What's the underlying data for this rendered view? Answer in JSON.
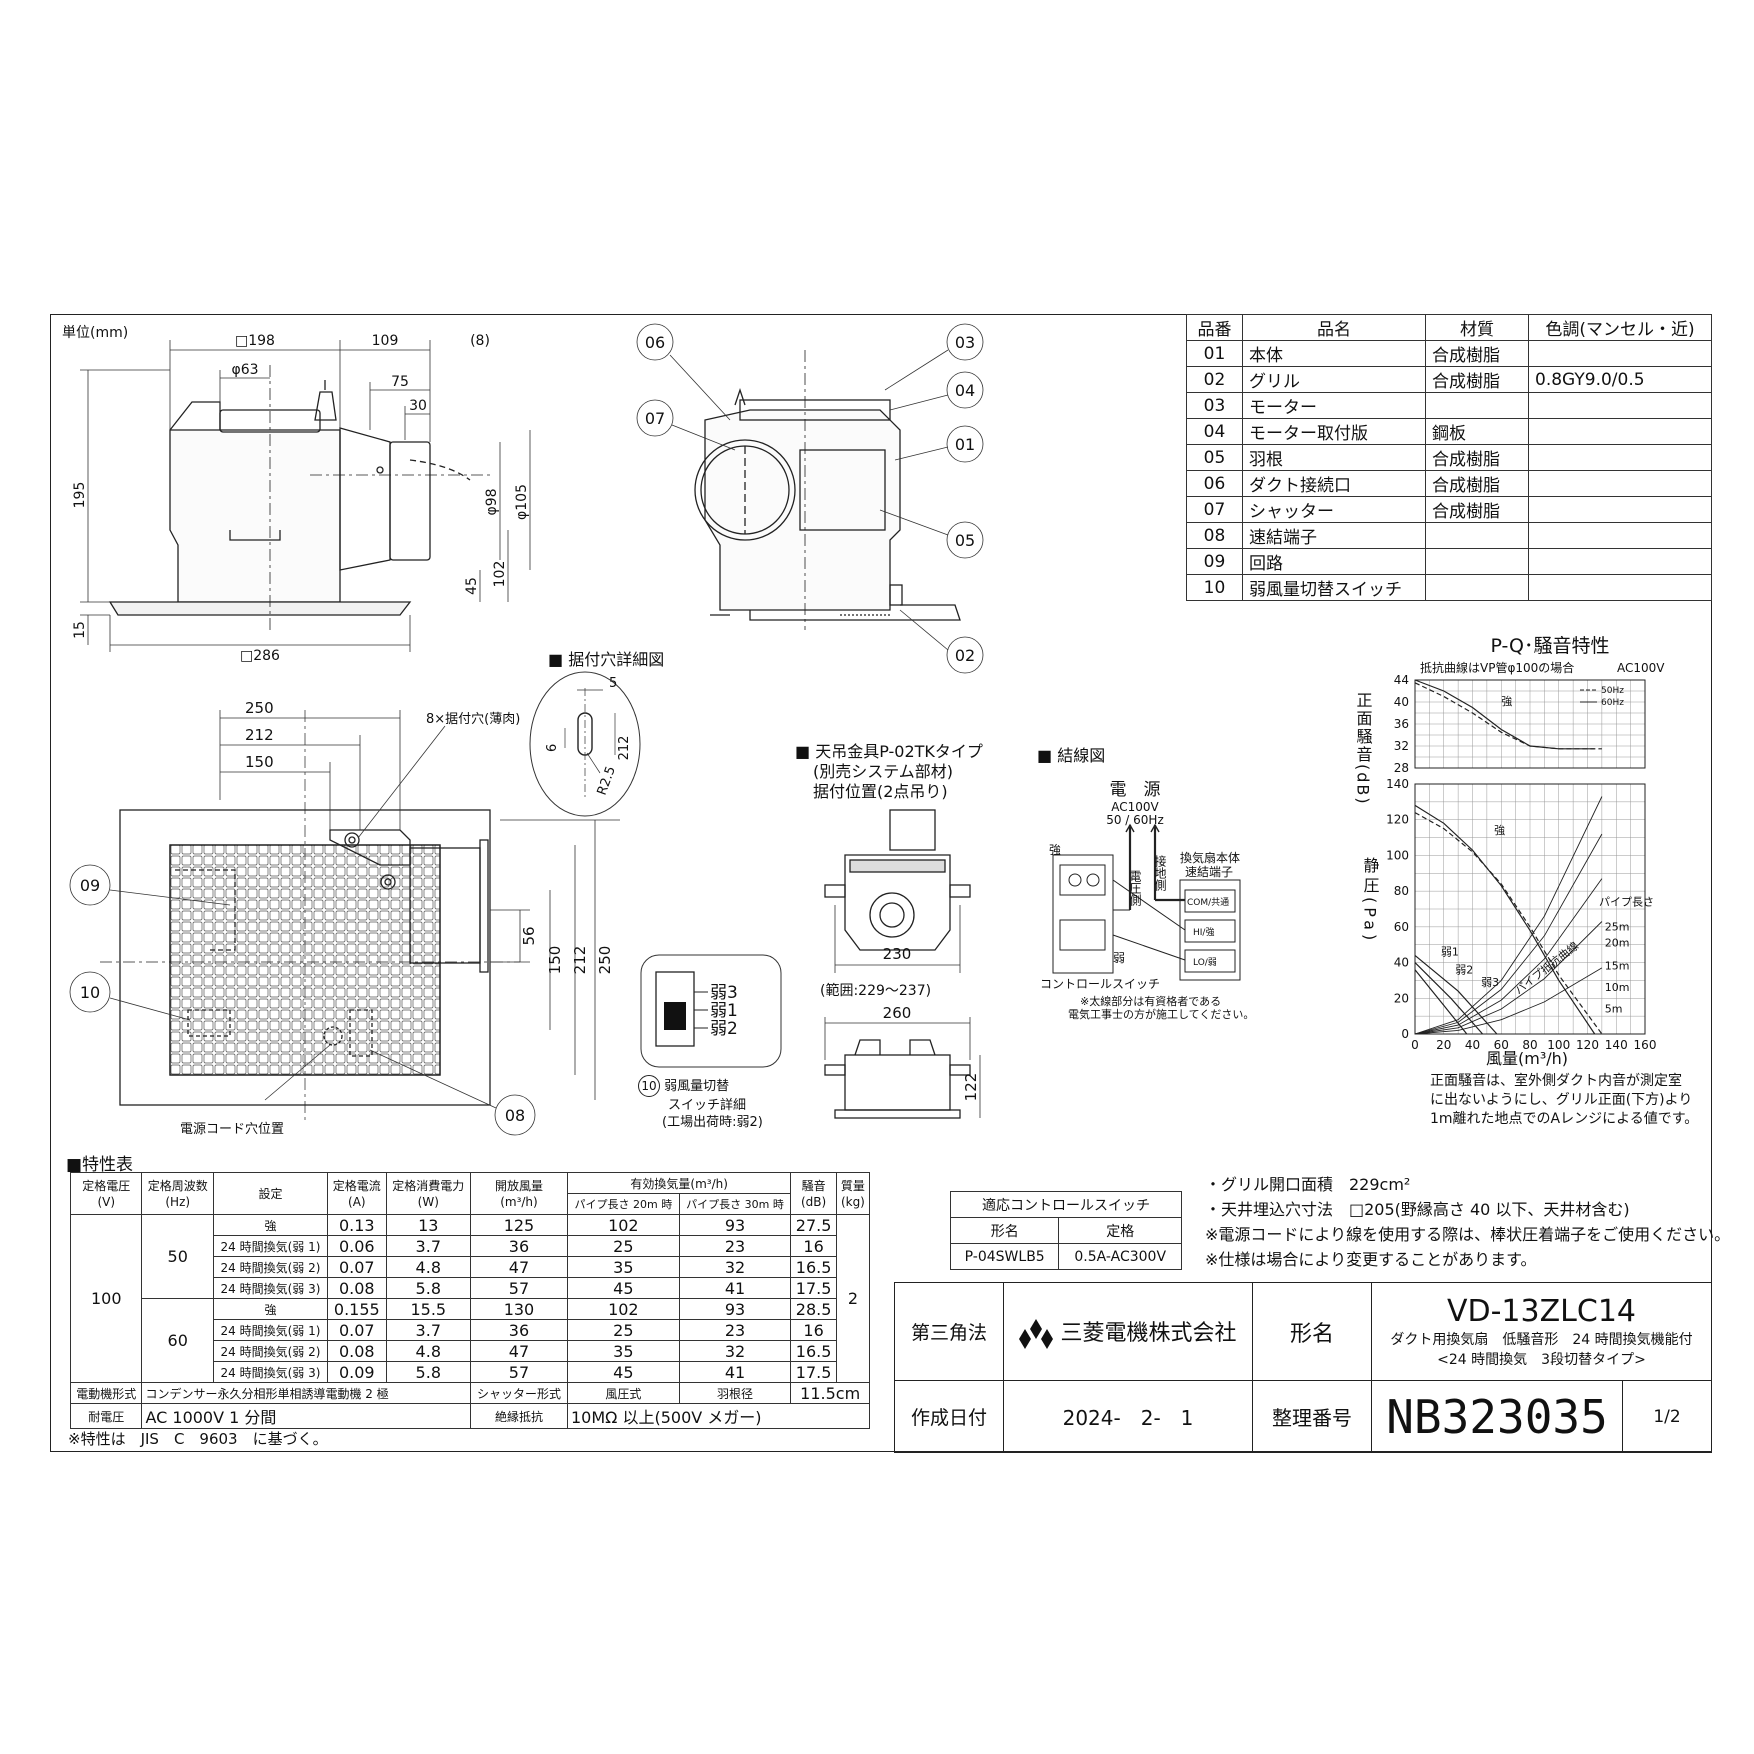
{
  "unit_label": "単位(mm)",
  "side_view": {
    "dims": [
      "□198",
      "φ63",
      "109",
      "(8)",
      "75",
      "30",
      "195",
      "φ98",
      "φ105",
      "45",
      "102",
      "15",
      "□286"
    ]
  },
  "front_view": {
    "callouts": [
      "06",
      "07",
      "03",
      "04",
      "01",
      "05",
      "02"
    ]
  },
  "mount_hole": {
    "title": "■ 据付穴詳細図",
    "dims": [
      "5",
      "6",
      "212",
      "R2.5"
    ]
  },
  "hanger": {
    "title": "■ 天吊金具P-02TKタイプ",
    "note1": "(別売システム部材)",
    "note2": "据付位置(2点吊り)",
    "dim_230": "230",
    "range": "(範囲:229～237)",
    "dim_260": "260",
    "dim_122": "122"
  },
  "wiring": {
    "title": "■ 結線図",
    "power": "電　源",
    "voltage": "AC100V",
    "freq": "50 / 60Hz",
    "strong": "強",
    "voltage_side": "電圧側",
    "ground_side": "接地側",
    "unit_label": "換気扇本体",
    "terminal": "速結端子",
    "com": "COM/共通",
    "hi": "HI/強",
    "lo": "LO/弱",
    "weak": "弱",
    "switch": "コントロールスイッチ",
    "note1": "※太線部分は有資格者である",
    "note2": "電気工事士の方が施工してください。"
  },
  "bottom_view": {
    "dims": [
      "250",
      "212",
      "150",
      "8×据付穴(薄肉)",
      "56",
      "150",
      "212",
      "250"
    ],
    "callouts": [
      "09",
      "10",
      "08"
    ],
    "cord": "電源コード穴位置"
  },
  "switch_detail": {
    "labels": [
      "弱3",
      "弱1",
      "弱2"
    ],
    "callout": "10",
    "text1": "弱風量切替",
    "text2": "スイッチ詳細",
    "text3": "(工場出荷時:弱2)"
  },
  "parts_table": {
    "headers": [
      "品番",
      "品名",
      "材質",
      "色調(マンセル・近)"
    ],
    "rows": [
      [
        "01",
        "本体",
        "合成樹脂",
        ""
      ],
      [
        "02",
        "グリル",
        "合成樹脂",
        "0.8GY9.0/0.5"
      ],
      [
        "03",
        "モーター",
        "",
        ""
      ],
      [
        "04",
        "モーター取付版",
        "鋼板",
        ""
      ],
      [
        "05",
        "羽根",
        "合成樹脂",
        ""
      ],
      [
        "06",
        "ダクト接続口",
        "合成樹脂",
        ""
      ],
      [
        "07",
        "シャッター",
        "合成樹脂",
        ""
      ],
      [
        "08",
        "速結端子",
        "",
        ""
      ],
      [
        "09",
        "回路",
        "",
        ""
      ],
      [
        "10",
        "弱風量切替スイッチ",
        "",
        ""
      ]
    ]
  },
  "chart_data": {
    "type": "line",
    "title": "P-Q･騒音特性",
    "subtitle": "抵抗曲線はVP管φ100の場合",
    "power": "AC100V",
    "legend": [
      "50Hz",
      "60Hz"
    ],
    "noise_panel": {
      "ylabel": "正面騒音(dB)",
      "yticks": [
        28,
        32,
        36,
        40,
        44
      ],
      "ylim": [
        28,
        44
      ],
      "label": "強",
      "series": [
        {
          "name": "50Hz",
          "x": [
            0,
            20,
            40,
            60,
            80,
            100,
            125
          ],
          "y": [
            44,
            42,
            39,
            35,
            32,
            31.5,
            31.5
          ]
        },
        {
          "name": "60Hz",
          "x": [
            0,
            20,
            40,
            60,
            80,
            100,
            130
          ],
          "y": [
            43.5,
            41,
            38,
            34.5,
            32,
            31.5,
            31.5
          ]
        }
      ]
    },
    "pq_panel": {
      "ylabel": "静圧(Pa)",
      "xlabel": "風量(m³/h)",
      "xticks": [
        0,
        20,
        40,
        60,
        80,
        100,
        120,
        140,
        160
      ],
      "yticks": [
        0,
        20,
        40,
        60,
        80,
        100,
        120,
        140
      ],
      "xlim": [
        0,
        160
      ],
      "ylim": [
        0,
        140
      ],
      "labels": [
        "強",
        "弱1",
        "弱2",
        "弱3",
        "パイプ抵抗曲線",
        "パイプ長さ",
        "25m",
        "20m",
        "15m",
        "10m",
        "5m"
      ],
      "series": [
        {
          "name": "50Hz",
          "x": [
            0,
            20,
            40,
            60,
            80,
            100,
            125
          ],
          "y": [
            128,
            118,
            103,
            83,
            58,
            30,
            0
          ]
        },
        {
          "name": "60Hz",
          "x": [
            0,
            20,
            40,
            60,
            80,
            100,
            130
          ],
          "y": [
            124,
            115,
            102,
            84,
            60,
            33,
            0
          ]
        },
        {
          "name": "弱1",
          "x": [
            0,
            20,
            36
          ],
          "y": [
            36,
            16,
            0
          ]
        },
        {
          "name": "弱2",
          "x": [
            0,
            25,
            47
          ],
          "y": [
            40,
            20,
            0
          ]
        },
        {
          "name": "弱3",
          "x": [
            0,
            30,
            57
          ],
          "y": [
            44,
            24,
            0
          ]
        }
      ],
      "pipe_curves": [
        {
          "name": "25m",
          "x": [
            0,
            30,
            60,
            90,
            130
          ],
          "y": [
            0,
            8,
            30,
            66,
            133
          ]
        },
        {
          "name": "20m",
          "x": [
            0,
            30,
            60,
            90,
            130
          ],
          "y": [
            0,
            6.5,
            25,
            55,
            112
          ]
        },
        {
          "name": "15m",
          "x": [
            0,
            30,
            60,
            90,
            130
          ],
          "y": [
            0,
            5,
            19,
            42,
            87
          ]
        },
        {
          "name": "10m",
          "x": [
            0,
            30,
            60,
            90,
            130
          ],
          "y": [
            0,
            3.5,
            14,
            31,
            63
          ]
        },
        {
          "name": "5m",
          "x": [
            0,
            30,
            60,
            90,
            130
          ],
          "y": [
            0,
            2,
            8,
            18,
            37
          ]
        }
      ]
    },
    "note1": "正面騒音は、室外側ダクト内音が測定室",
    "note2": "に出ないようにし、グリル正面(下方)より",
    "note3": "1m離れた地点でのAレンジによる値です。"
  },
  "spec_table": {
    "title": "■特性表",
    "headers": {
      "voltage": "定格電圧",
      "voltage_unit": "(V)",
      "freq": "定格周波数",
      "freq_unit": "(Hz)",
      "setting": "設定",
      "current": "定格電流",
      "current_unit": "(A)",
      "power": "定格消費電力",
      "power_unit": "(W)",
      "open_flow": "開放風量",
      "open_flow_unit": "(m³/h)",
      "eff_flow": "有効換気量(m³/h)",
      "pipe20": "パイプ長さ 20m 時",
      "pipe30": "パイプ長さ 30m 時",
      "noise": "騒音",
      "noise_unit": "(dB)",
      "mass": "質量",
      "mass_unit": "(kg)"
    },
    "voltage": "100",
    "mass": "2",
    "groups": [
      {
        "freq": "50",
        "rows": [
          [
            "強",
            "0.13",
            "13",
            "125",
            "102",
            "93",
            "27.5"
          ],
          [
            "24 時間換気(弱 1)",
            "0.06",
            "3.7",
            "36",
            "25",
            "23",
            "16"
          ],
          [
            "24 時間換気(弱 2)",
            "0.07",
            "4.8",
            "47",
            "35",
            "32",
            "16.5"
          ],
          [
            "24 時間換気(弱 3)",
            "0.08",
            "5.8",
            "57",
            "45",
            "41",
            "17.5"
          ]
        ]
      },
      {
        "freq": "60",
        "rows": [
          [
            "強",
            "0.155",
            "15.5",
            "130",
            "102",
            "93",
            "28.5"
          ],
          [
            "24 時間換気(弱 1)",
            "0.07",
            "3.7",
            "36",
            "25",
            "23",
            "16"
          ],
          [
            "24 時間換気(弱 2)",
            "0.08",
            "4.8",
            "47",
            "35",
            "32",
            "16.5"
          ],
          [
            "24 時間換気(弱 3)",
            "0.09",
            "5.8",
            "57",
            "45",
            "41",
            "17.5"
          ]
        ]
      }
    ],
    "motor_label": "電動機形式",
    "motor_value": "コンデンサー永久分相形単相誘導電動機 2 極",
    "shutter_label": "シャッター形式",
    "shutter_value": "風圧式",
    "blade_label": "羽根径",
    "blade_value": "11.5cm",
    "withstand_label": "耐電圧",
    "withstand_value": "AC 1000V 1 分間",
    "insulation_label": "絶縁抵抗",
    "insulation_value": "10MΩ 以上(500V メガー)",
    "footnote": "※特性は　JIS　C　9603　に基づく。"
  },
  "control_switch": {
    "title": "適応コントロールスイッチ",
    "h1": "形名",
    "h2": "定格",
    "model": "P-04SWLB5",
    "rating": "0.5A-AC300V"
  },
  "notes": [
    "・グリル開口面積　229cm²",
    "・天井埋込穴寸法　□205(野縁高さ 40 以下、天井材含む)",
    "※電源コードにより線を使用する際は、棒状圧着端子をご使用ください。",
    "※仕様は場合により変更することがあります。"
  ],
  "title_block": {
    "projection": "第三角法",
    "company": "三菱電機株式会社",
    "model_label": "形名",
    "model": "VD-13ZLC14",
    "desc1": "ダクト用換気扇　低騒音形　24 時間換気機能付",
    "desc2": "<24 時間換気　3段切替タイプ>",
    "date_label": "作成日付",
    "date": "2024-　2-　1",
    "number_label": "整理番号",
    "number": "NB323035",
    "page": "1/2"
  },
  "colors": {
    "line": "#222222",
    "grid": "#999999",
    "logo": "#111111"
  }
}
